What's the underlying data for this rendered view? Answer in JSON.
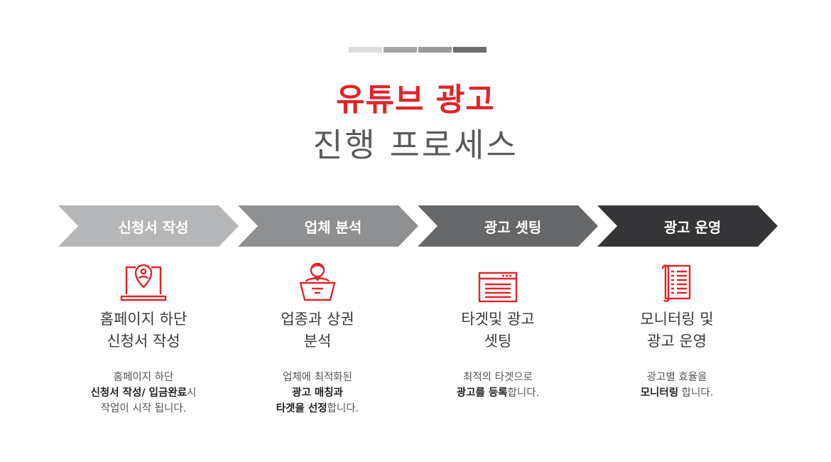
{
  "colors": {
    "accent_red": "#e0242a",
    "bar": [
      "#dcdcdc",
      "#a7a7a8",
      "#9a9a9b",
      "#6d6d6e"
    ],
    "step_fills": [
      "#b5b6b8",
      "#8f9092",
      "#666769",
      "#353537"
    ]
  },
  "header": {
    "title": "유튜브 광고",
    "subtitle": "진행 프로세스"
  },
  "steps": [
    {
      "label": "신청서 작성"
    },
    {
      "label": "업체 분석"
    },
    {
      "label": "광고 셋팅"
    },
    {
      "label": "광고 운영"
    }
  ],
  "columns": [
    {
      "icon": "laptop-user-icon",
      "heading1": "홈페이지 하단",
      "heading2": "신청서 작성",
      "desc1": "홈페이지 하단",
      "desc2_bold": "신청서 작성/ 입금완료",
      "desc2_rest": "시",
      "desc3_bold": "",
      "desc3_rest": "작업이 시작 됩니다."
    },
    {
      "icon": "consultant-icon",
      "heading1": "업종과 상권",
      "heading2": "분석",
      "desc1": "업체에 최적화된",
      "desc2_bold": "광고 매칭과",
      "desc2_rest": "",
      "desc3_bold": "타겟을 선정",
      "desc3_rest": "합니다."
    },
    {
      "icon": "browser-window-icon",
      "heading1": "타겟및 광고",
      "heading2": "셋팅",
      "desc1": "최적의 타겟으로",
      "desc2_bold": "광고를 등록",
      "desc2_rest": "합니다.",
      "desc3_bold": "",
      "desc3_rest": ""
    },
    {
      "icon": "document-list-icon",
      "heading1": "모니터링 및",
      "heading2": "광고 운영",
      "desc1": "광고별 효율을",
      "desc2_bold": "모니터링",
      "desc2_rest": " 합니다.",
      "desc3_bold": "",
      "desc3_rest": ""
    }
  ]
}
